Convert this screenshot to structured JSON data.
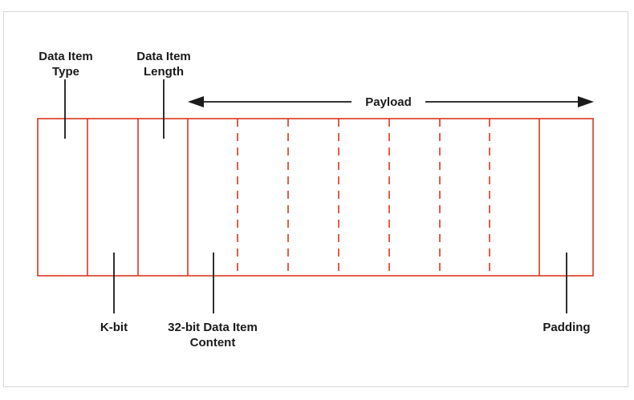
{
  "diagram": {
    "labels": {
      "type": "Data Item Type",
      "length": "Data Item Length",
      "payload": "Payload",
      "kbit": "K-bit",
      "content": "32-bit Data Item Content",
      "padding": "Padding"
    },
    "colors": {
      "box": "#d9371f",
      "line": "#1a1a1a",
      "text": "#1a1a1a",
      "frame": "#d8d8d8"
    }
  }
}
